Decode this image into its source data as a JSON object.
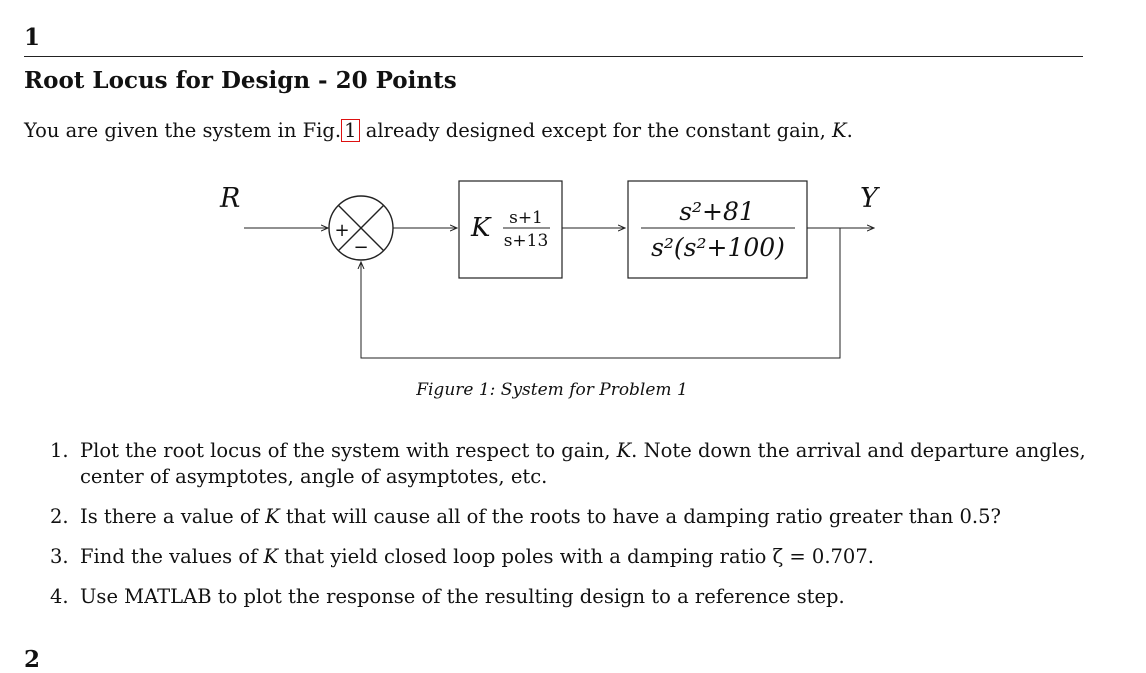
{
  "section": {
    "number": "1",
    "title": "Root Locus for Design - 20 Points"
  },
  "intro": {
    "before_ref": "You are given the system in Fig.",
    "ref": "1",
    "after_ref": " already designed except for the constant gain, ",
    "var": "K",
    "end": "."
  },
  "diagram": {
    "input_label": "R",
    "output_label": "Y",
    "sum_plus": "+",
    "sum_minus": "−",
    "controller": {
      "gain": "K",
      "numerator": "s+1",
      "denominator": "s+13"
    },
    "plant": {
      "numerator": "s²+81",
      "denominator": "s²(s²+100)"
    }
  },
  "caption": "Figure 1: System for Problem 1",
  "tasks": [
    {
      "num": "1.",
      "line1_before": "Plot the root locus of the system with respect to gain, ",
      "line1_var": "K",
      "line1_after": ". Note down the arrival and departure angles,",
      "line2": "center of asymptotes, angle of asymptotes, etc."
    },
    {
      "num": "2.",
      "before": "Is there a value of ",
      "var": "K",
      "after": " that will cause all of the roots to have a damping ratio greater than 0.5?"
    },
    {
      "num": "3.",
      "before": "Find the values of ",
      "var": "K",
      "after": " that yield closed loop poles with a damping ratio ζ = 0.707."
    },
    {
      "num": "4.",
      "text": "Use MATLAB to plot the response of the resulting design to a reference step."
    }
  ],
  "next_section_number": "2"
}
